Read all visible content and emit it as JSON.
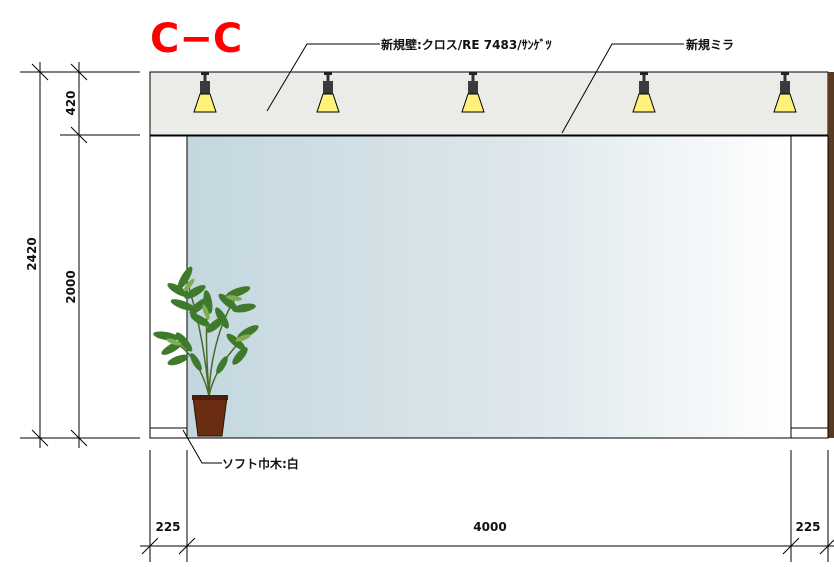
{
  "title": "C−C",
  "annotations": {
    "ceiling_material": "新規壁:クロス/RE 7483/ｻﾝｹﾞﾂ",
    "mirror": "新規ミラ",
    "baseboard": "ソフト巾木:白"
  },
  "dimensions": {
    "total_height": "2420",
    "ceiling_band_height": "420",
    "mirror_height": "2000",
    "left_column_width": "225",
    "mirror_width": "4000",
    "right_column_width": "225"
  },
  "fixtures": {
    "pendant_light_count": 5,
    "plant": "potted-plant-icon"
  },
  "colors": {
    "title": "#ff0000",
    "ceiling_band": "#ebebe8",
    "mirror_left": "#c4d7df",
    "mirror_right": "#ffffff",
    "lamp_shade": "#fff27a",
    "pot": "#6a2d12"
  }
}
